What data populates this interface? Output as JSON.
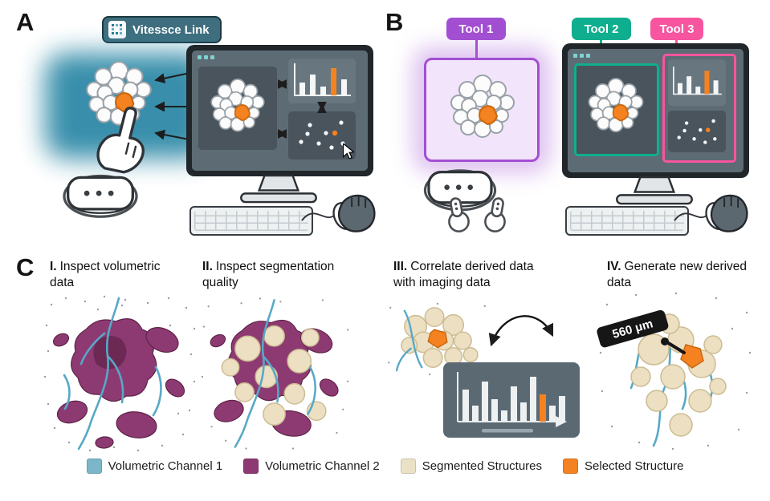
{
  "panel_a": {
    "label": "A",
    "badge": {
      "label": "Vitessce Link",
      "bg": "#3f6e7e"
    }
  },
  "panel_b": {
    "label": "B",
    "tools": [
      {
        "label": "Tool 1",
        "color": "#a24fd2"
      },
      {
        "label": "Tool 2",
        "color": "#0fae8e"
      },
      {
        "label": "Tool 3",
        "color": "#f7559f"
      }
    ]
  },
  "panel_c": {
    "label": "C",
    "steps": [
      {
        "numeral": "I.",
        "label": "Inspect volumetric data"
      },
      {
        "numeral": "II.",
        "label": "Inspect segmentation quality"
      },
      {
        "numeral": "III.",
        "label": "Correlate derived data with imaging data"
      },
      {
        "numeral": "IV.",
        "label": "Generate new derived data"
      }
    ],
    "measurement_label": "560 μm"
  },
  "legend": {
    "items": [
      {
        "label": "Volumetric Channel 1",
        "color": "#7bb7c9"
      },
      {
        "label": "Volumetric Channel 2",
        "color": "#8e3a72"
      },
      {
        "label": "Segmented Structures",
        "color": "#ebe1c6"
      },
      {
        "label": "Selected Structure",
        "color": "#f58220"
      }
    ]
  }
}
